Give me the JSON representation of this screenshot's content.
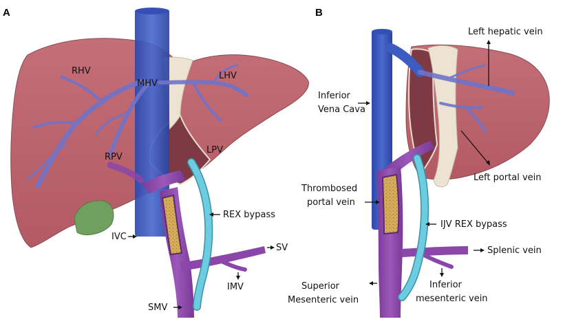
{
  "panels": {
    "a": {
      "letter": "A",
      "labels": {
        "rhv": "RHV",
        "mhv": "MHV",
        "lhv": "LHV",
        "rpv": "RPV",
        "lpv": "LPV",
        "rex": "REX bypass",
        "ivc": "IVC",
        "sv": "SV",
        "imv": "IMV",
        "smv": "SMV"
      }
    },
    "b": {
      "letter": "B",
      "labels": {
        "left_hepatic_vein": "Left hepatic vein",
        "ivc_line1": "Inferior",
        "ivc_line2": "Vena Cava",
        "left_portal_vein": "Left portal vein",
        "thromb_line1": "Thrombosed",
        "thromb_line2": "portal vein",
        "ijv_rex": "IJV REX bypass",
        "splenic_vein": "Splenic vein",
        "imv_line1": "Inferior",
        "imv_line2": "mesenteric vein",
        "smv_line1": "Superior",
        "smv_line2": "Mesenteric vein"
      }
    }
  },
  "colors": {
    "liver": "#c0666f",
    "liver_dark": "#8e4048",
    "ivc": "#3d5cc2",
    "hepatic_veins": "#6f74c9",
    "portal": "#8a46a8",
    "bypass": "#6ccde0",
    "thrombus": "#d8b060",
    "gallbladder": "#6fa060",
    "ligament": "#ece3d2"
  }
}
